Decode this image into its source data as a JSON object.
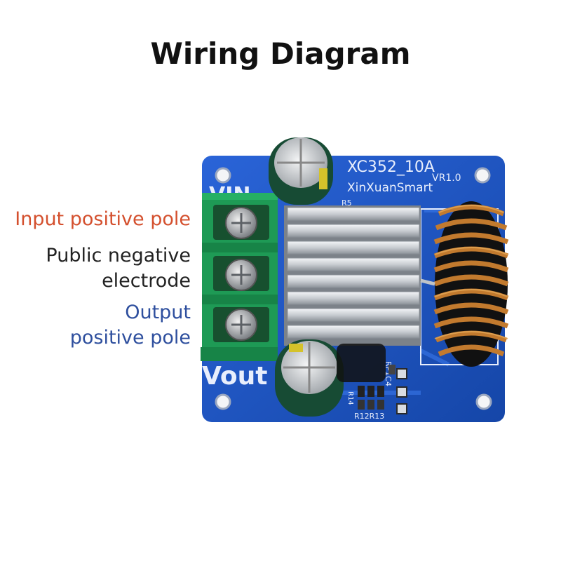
{
  "title": "Wiring Diagram",
  "labels": {
    "input_positive": "Input positive pole",
    "public_negative_line1": "Public negative",
    "public_negative_line2": "electrode",
    "output_positive_line1": "Output",
    "output_positive_line2": "positive pole"
  },
  "board": {
    "model": "XC352_10A",
    "version": "VR1.0",
    "maker": "XinXuanSmart",
    "vin_silk": "VIN",
    "vout_silk": "Vout",
    "r5_silk": "R5",
    "rp_silk": "RP1C4",
    "r14_silk": "R14",
    "r12_silk": "R12R13"
  },
  "colors": {
    "input_label": "#d4502e",
    "negative_label": "#222222",
    "output_label": "#2e4f9e",
    "pcb": "#1d55c4",
    "terminal": "#1f9a55"
  }
}
